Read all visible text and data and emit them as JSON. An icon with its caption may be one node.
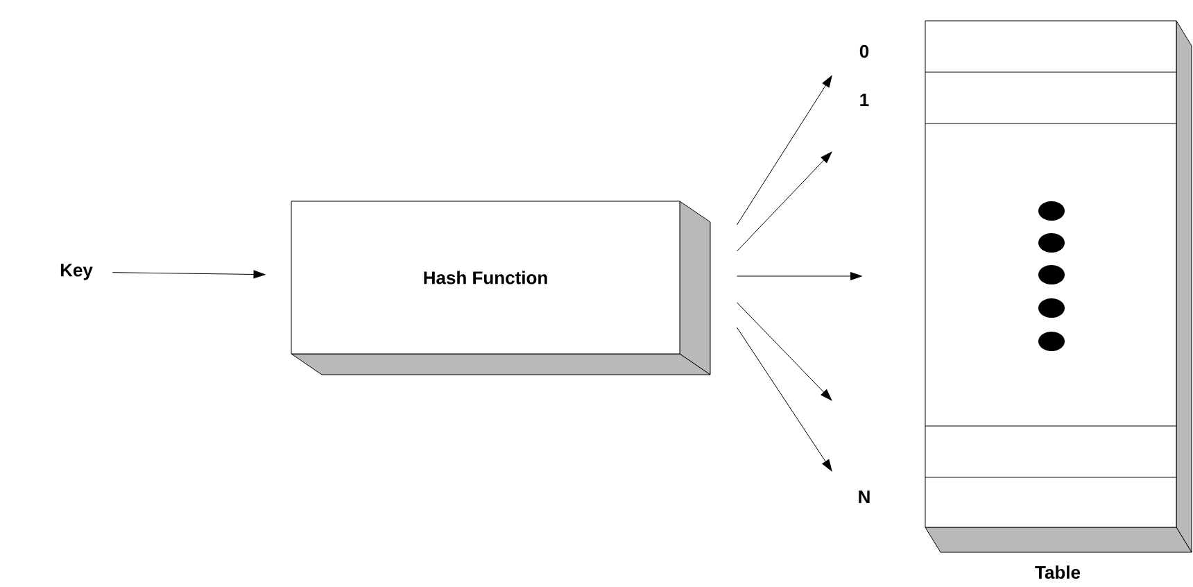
{
  "diagram": {
    "nodes": [
      {
        "text": [
          "Key"
        ]
      },
      {
        "text": [
          "Hash Function"
        ]
      },
      {
        "text": [
          "Table"
        ]
      }
    ],
    "edges": [
      {
        "from": 0,
        "to": 1,
        "arrow": "to"
      },
      {
        "from": 1,
        "to": null,
        "arrow": "to"
      },
      {
        "from": 1,
        "to": null,
        "arrow": "to"
      },
      {
        "from": 1,
        "to": null,
        "arrow": "to"
      },
      {
        "from": 1,
        "to": null,
        "arrow": "to"
      },
      {
        "from": 1,
        "to": null,
        "arrow": "to"
      }
    ],
    "labels": [
      "0",
      "1",
      "N"
    ]
  }
}
